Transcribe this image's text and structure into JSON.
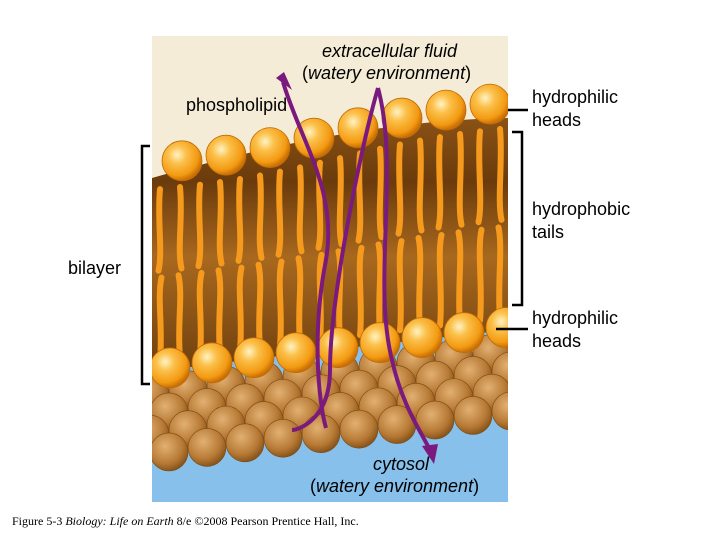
{
  "labels": {
    "extracellular_line1": "extracellular fluid",
    "extracellular_line2_pre": "(",
    "extracellular_line2_mid": "watery environment",
    "extracellular_line2_post": ")",
    "phospholipid": "phospholipid",
    "hydrophilic_top_1": "hydrophilic",
    "hydrophilic_top_2": "heads",
    "hydrophobic_1": "hydrophobic",
    "hydrophobic_2": "tails",
    "hydrophilic_bottom_1": "hydrophilic",
    "hydrophilic_bottom_2": "heads",
    "bilayer": "bilayer",
    "cytosol_line1": "cytosol",
    "cytosol_line2_pre": "(",
    "cytosol_line2_mid": "watery environment",
    "cytosol_line2_post": ")"
  },
  "caption": {
    "figure": "Figure 5-3 ",
    "book": "Biology: Life on Earth",
    "edition": " 8/e ",
    "copyright": "©2008 Pearson Prentice Hall, Inc."
  },
  "colors": {
    "extracellular_bg": "#f5ecd7",
    "cytosol_bg": "#87c0ea",
    "head_orange": "#f7a21b",
    "tail_orange": "#f59a1c",
    "interior_brown": "#7a4510",
    "arrow_purple": "#7b1a7e"
  }
}
